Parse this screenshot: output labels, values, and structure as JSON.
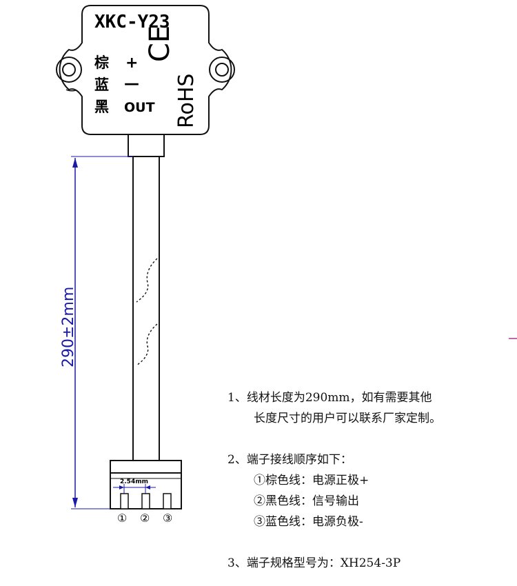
{
  "sensor": {
    "model": "XKC-Y23",
    "wires": [
      {
        "color": "棕",
        "signal": "+"
      },
      {
        "color": "蓝",
        "signal": "—"
      },
      {
        "color": "黑",
        "signal": "OUT"
      }
    ],
    "ce_mark": "CE",
    "rohs_mark": "RoHS"
  },
  "dimension_label": "290±2mm",
  "connector": {
    "pitch_label": "2.54mm",
    "pins": [
      "①",
      "②",
      "③"
    ]
  },
  "notes": {
    "note1_line1": "1、线材长度为290mm，如有需要其他",
    "note1_line2": "长度尺寸的用户可以联系厂家定制。",
    "note2_title": "2、端子接线顺序如下：",
    "note2_item1": "①棕色线：电源正极+",
    "note2_item2": "②黑色线：信号输出",
    "note2_item3": "③蓝色线：电源负极-",
    "note3": "3、端子规格型号为：XH254-3P"
  },
  "colors": {
    "line": "#111111",
    "dimension": "#1a1aa8",
    "accent_mark": "#b0308c"
  }
}
